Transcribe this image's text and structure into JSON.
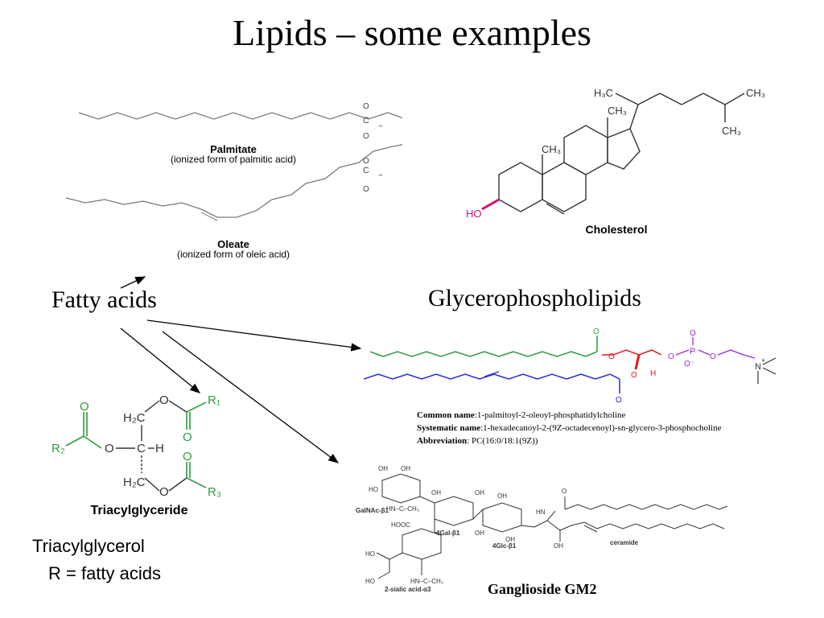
{
  "title": "Lipids – some examples",
  "fatty_acids": {
    "caption": "Fatty acids",
    "palmitate": {
      "name": "Palmitate",
      "sub": "(ionized form of palmitic acid)"
    },
    "oleate": {
      "name": "Oleate",
      "sub": "(ionized form of oleic acid)"
    },
    "atoms": {
      "c": "C",
      "o": "O",
      "minus": "−"
    }
  },
  "cholesterol": {
    "name": "Cholesterol",
    "h3c": "H₃C",
    "ch3": "CH₃",
    "ho": "HO"
  },
  "glycerophospholipids": {
    "caption": "Glycerophospholipids",
    "common_name_label": "Common name",
    "common_name": ":1-palmitoyl-2-oleoyl-phosphatidylcholine",
    "systematic_name_label": "Systematic name",
    "systematic_name": ":1-hexadecanoyl-2-(9Z-octadecenoyl)-sn-glycero-3-phosphocholine",
    "abbreviation_label": "Abbreviation",
    "abbreviation": ": PC(16:0/18:1(9Z))",
    "atoms": {
      "o": "O",
      "p": "P",
      "h": "H",
      "n": "N",
      "plus": "+",
      "ominus": "O⁻"
    }
  },
  "triacylglyceride": {
    "name": "Triacylglyceride",
    "caption": "Triacylglycerol",
    "note": "R = fatty acids",
    "atoms": {
      "r1": "R₁",
      "r2": "R₂",
      "r3": "R₃",
      "h2c": "H₂C",
      "c": "C",
      "h": "H",
      "o": "O"
    }
  },
  "ganglioside": {
    "name": "Ganglioside GM2",
    "galnac": "GalNAc-β1",
    "gal": "4Gal-β1",
    "glc": "4Glc-β1",
    "sialic": "2-sialic acid-α3",
    "ceramide": "ceramide",
    "oh": "OH",
    "ho": "HO",
    "hooc": "HOOC",
    "hn": "HN",
    "nh": "HN",
    "acetyl": "HN–C–CH₃"
  },
  "colors": {
    "chain": "#7a7a7a",
    "green": "#2e9b3c",
    "blue": "#2a2ad6",
    "red": "#e01b1b",
    "magenta": "#d0107a",
    "purple": "#9a2ad0"
  }
}
